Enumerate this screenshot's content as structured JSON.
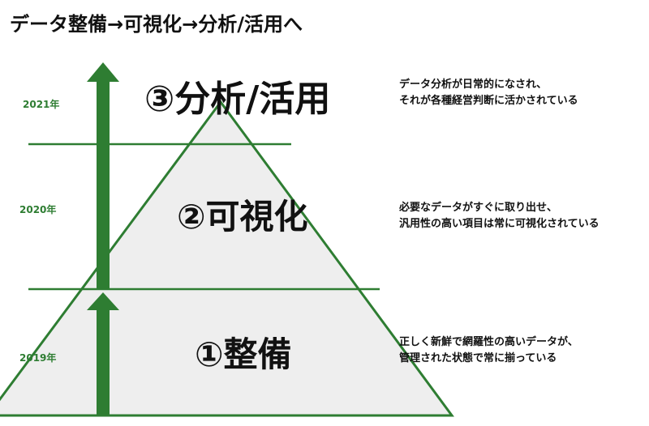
{
  "title": "データ整備→可視化→分析/活用へ",
  "colors": {
    "accent": "#2e7d32",
    "pyramid_fill": "#eeeeee"
  },
  "levels": [
    {
      "label": "③分析/活用",
      "year": "2021年",
      "description": [
        "データ分析が日常的になされ、",
        "それが各種経営判断に活かされている"
      ]
    },
    {
      "label": "②可視化",
      "year": "2020年",
      "description": [
        "必要なデータがすぐに取り出せ、",
        "汎用性の高い項目は常に可視化されている"
      ]
    },
    {
      "label": "①整備",
      "year": "2019年",
      "description": [
        "正しく新鮮で網羅性の高いデータが、",
        "管理された状態で常に揃っている"
      ]
    }
  ]
}
